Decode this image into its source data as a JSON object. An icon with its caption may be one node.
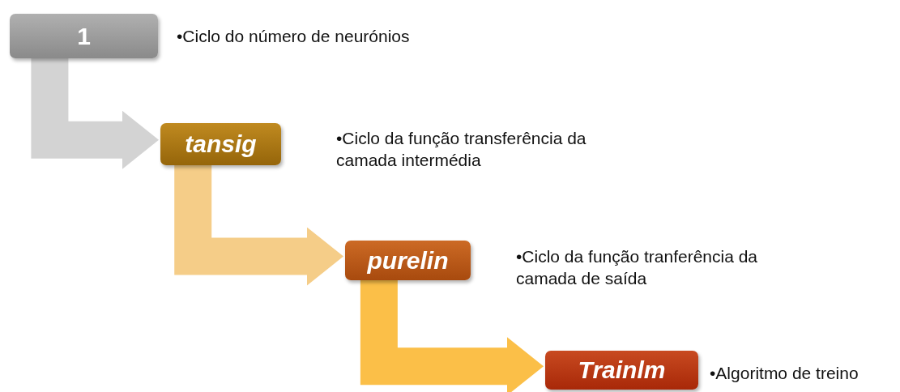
{
  "diagram": {
    "nodes": [
      {
        "text": [
          "1"
        ],
        "beside": [
          "•Ciclo do número de neurónios"
        ]
      },
      {
        "text": [
          "tansig"
        ],
        "beside": [
          "•Ciclo da função transferência da camada intermédia"
        ]
      },
      {
        "text": [
          "purelin"
        ],
        "beside": [
          "•Ciclo da função tranferência da camada de saída"
        ]
      },
      {
        "text": [
          "Trainlm"
        ],
        "beside": [
          "•Algoritmo de treino"
        ]
      }
    ],
    "edges": [
      {
        "from": 0,
        "to": 1,
        "arrow": "to",
        "color": "#d3d3d3"
      },
      {
        "from": 1,
        "to": 2,
        "arrow": "to",
        "color": "#f5cd88"
      },
      {
        "from": 2,
        "to": 3,
        "arrow": "to",
        "color": "#fbbf48"
      }
    ]
  }
}
